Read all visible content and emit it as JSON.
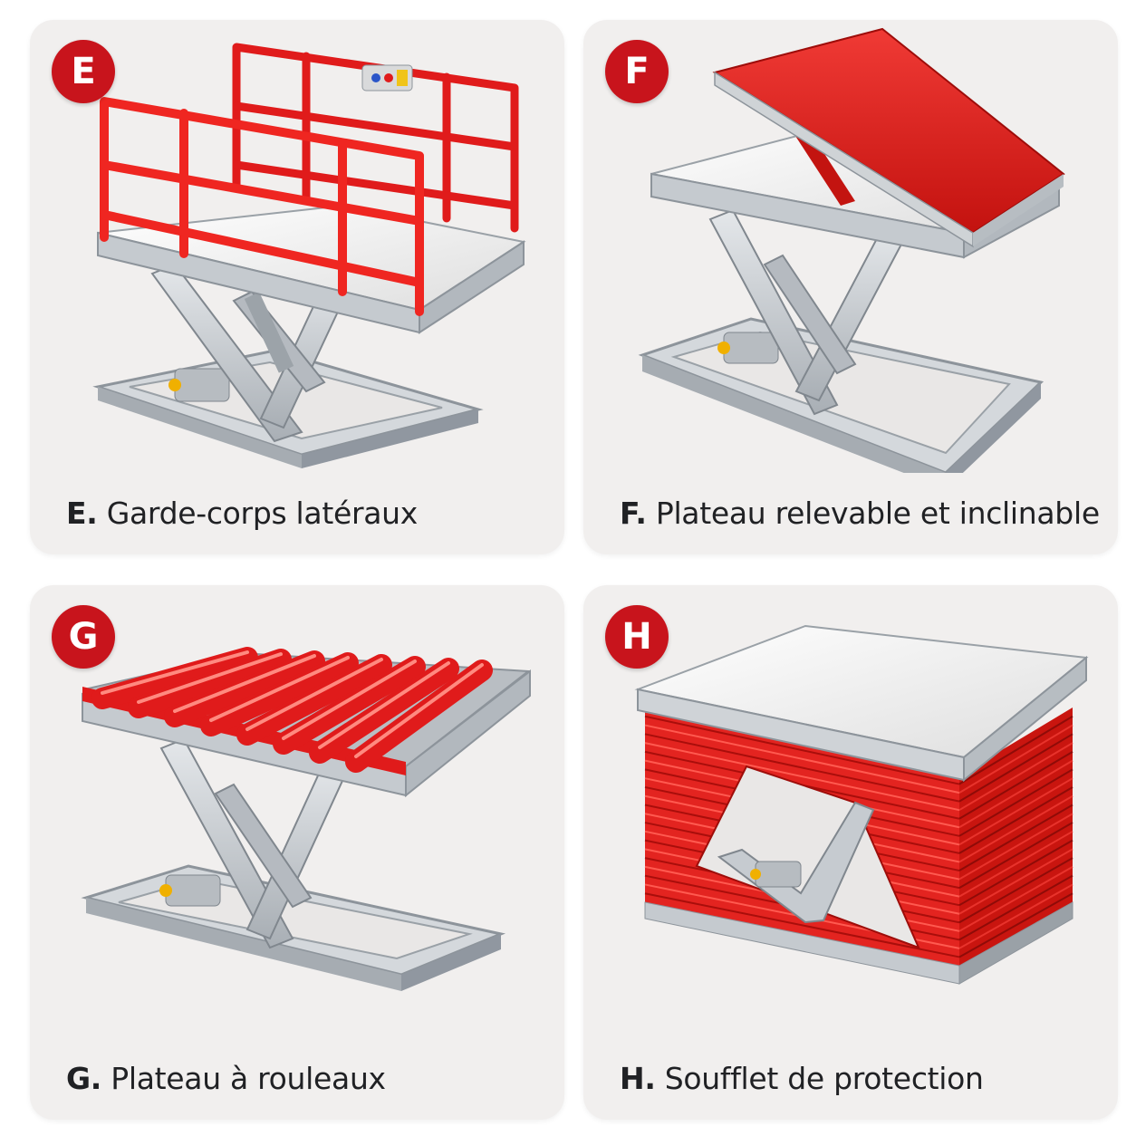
{
  "colors": {
    "accent_red": "#e01b1b",
    "badge_red": "#c8141c",
    "steel": "#c9cdd2",
    "steel_dark": "#8d949b",
    "platform_white": "#f4f4f4",
    "card_bg": "#f1efee"
  },
  "panels": [
    {
      "letter": "E",
      "label": "E.",
      "caption": "Garde-corps latéraux",
      "icon": "lift-table-side-guardrails-icon"
    },
    {
      "letter": "F",
      "label": "F.",
      "caption": "Plateau relevable et inclinable",
      "icon": "lift-table-tilting-plate-icon"
    },
    {
      "letter": "G",
      "label": "G.",
      "caption": "Plateau à rouleaux",
      "icon": "lift-table-roller-plate-icon"
    },
    {
      "letter": "H",
      "label": "H.",
      "caption": "Soufflet de protection",
      "icon": "lift-table-protective-bellows-icon"
    }
  ]
}
